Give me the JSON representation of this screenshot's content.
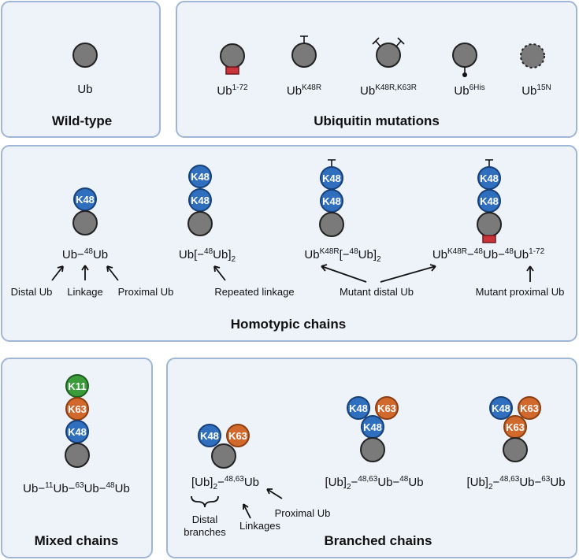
{
  "panels": {
    "wild_type": {
      "title": "Wild-type",
      "label": "Ub"
    },
    "mutations": {
      "title": "Ubiquitin mutations",
      "items": [
        {
          "base": "Ub",
          "sup": "1-72"
        },
        {
          "base": "Ub",
          "sup": "K48R"
        },
        {
          "base": "Ub",
          "sup": "K48R,K63R"
        },
        {
          "base": "Ub",
          "sup": "6His"
        },
        {
          "base": "Ub",
          "sup": "15N"
        }
      ]
    },
    "homotypic": {
      "title": "Homotypic chains",
      "chain1": {
        "a": "Ub−",
        "sup": "48",
        "b": "Ub"
      },
      "chain2": {
        "a": "Ub[−",
        "sup": "48",
        "b": "Ub]",
        "sub": "2"
      },
      "chain3": {
        "a": "Ub",
        "sup1": "K48R",
        "b": "[−",
        "sup2": "48",
        "c": "Ub]",
        "sub": "2"
      },
      "chain4": {
        "a": "Ub",
        "sup1": "K48R",
        "b": "−",
        "sup2": "48",
        "c": "Ub−",
        "sup3": "48",
        "d": "Ub",
        "sup4": "1-72"
      },
      "annotations": {
        "distal_ub": "Distal Ub",
        "linkage": "Linkage",
        "proximal_ub": "Proximal Ub",
        "repeated_linkage": "Repeated linkage",
        "mutant_distal_ub": "Mutant distal Ub",
        "mutant_proximal_ub": "Mutant proximal Ub"
      }
    },
    "mixed": {
      "title": "Mixed chains",
      "formula": {
        "a": "Ub−",
        "s1": "11",
        "b": "Ub−",
        "s2": "63",
        "c": "Ub−",
        "s3": "48",
        "d": "Ub"
      }
    },
    "branched": {
      "title": "Branched chains",
      "f1": {
        "a": "[Ub]",
        "sub": "2",
        "b": "−",
        "sup": "48,63",
        "c": "Ub"
      },
      "f2": {
        "a": "[Ub]",
        "sub": "2",
        "b": "−",
        "sup": "48,63",
        "c": "Ub−",
        "sup2": "48",
        "d": "Ub"
      },
      "f3": {
        "a": "[Ub]",
        "sub": "2",
        "b": "−",
        "sup": "48,63",
        "c": "Ub−",
        "sup2": "63",
        "d": "Ub"
      },
      "annotations": {
        "distal_branches_1": "Distal",
        "distal_branches_2": "branches",
        "linkages": "Linkages",
        "proximal_ub": "Proximal Ub"
      }
    }
  },
  "bead_labels": {
    "k48": "K48",
    "k63": "K63",
    "k11": "K11"
  },
  "colors": {
    "panel_fill": "#eef3fa",
    "panel_stroke": "#9fb6d6",
    "ub_gray": "#7a7a7a",
    "k48_blue": "#2f6fbe",
    "k63_orange": "#d2692c",
    "k11_green": "#3a9b3a",
    "truncation_red": "#c8343a"
  }
}
